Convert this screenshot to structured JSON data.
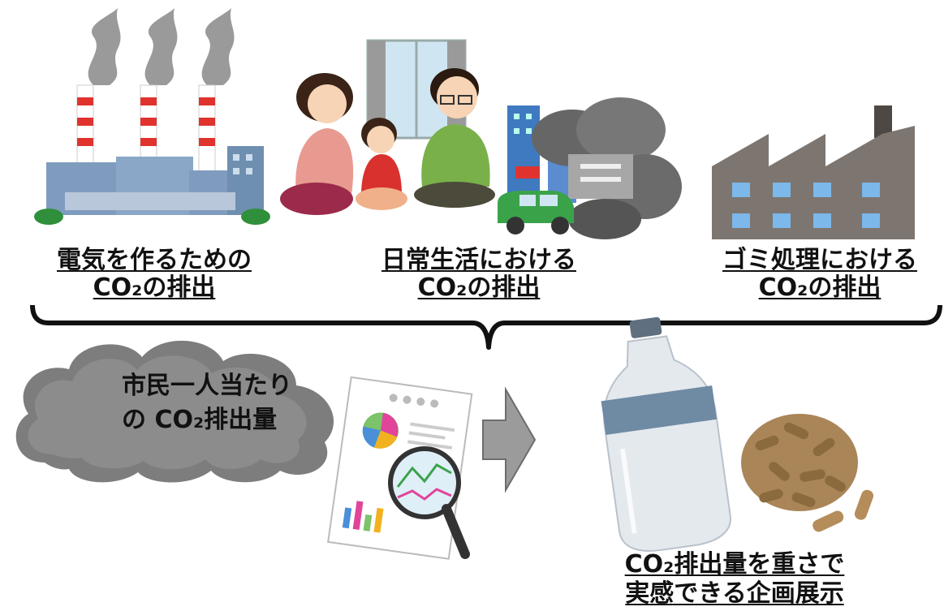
{
  "sources": [
    {
      "line1": "電気を作るための",
      "line2": "CO₂の排出"
    },
    {
      "line1": "日常生活における",
      "line2": "CO₂の排出"
    },
    {
      "line1": "ゴミ処理における",
      "line2": "CO₂の排出"
    }
  ],
  "cloud": {
    "line1": "市民一人当たり",
    "line2": "の CO₂排出量"
  },
  "exhibit": {
    "line1": "CO₂排出量を重さで",
    "line2": "実感できる企画展示"
  },
  "colors": {
    "smoke": "#9a9a9a",
    "building": "#6f8fb0",
    "factory": "#7d7670",
    "bottle_band": "#6f8aa3",
    "pellet": "#8b6b3d",
    "arrow": "#9b9b9b",
    "car": "#3aa34a"
  }
}
